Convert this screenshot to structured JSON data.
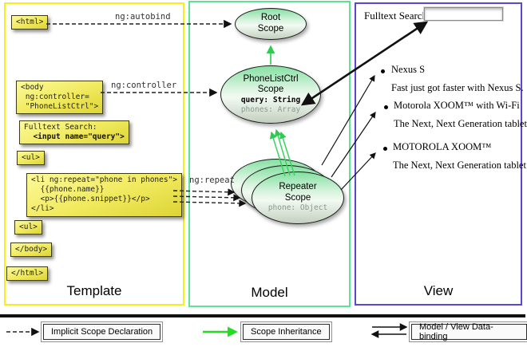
{
  "panels": {
    "template": {
      "label": "Template"
    },
    "model": {
      "label": "Model"
    },
    "view": {
      "label": "View"
    }
  },
  "template_boxes": {
    "html_open": "<html>",
    "body_open": "<body\n ng:controller=\n \"PhoneListCtrl\">",
    "fulltext_label": "Fulltext Search:",
    "fulltext_input": "<input name=\"query\">",
    "ul_open": "<ul>",
    "li_repeat": "<li ng:repeat=\"phone in phones\">\n  {{phone.name}}\n  <p>{{phone.snippet}}</p>\n</li>",
    "ul_close": "<ul>",
    "body_close": "</body>",
    "html_close": "</html>"
  },
  "directives": {
    "autobind": "ng:autobind",
    "controller": "ng:controller",
    "repeat": "ng:repeat"
  },
  "scopes": {
    "root": {
      "name": "Root\nScope"
    },
    "phonelist": {
      "name": "PhoneListCtrl\nScope",
      "prop1": "query: String",
      "prop2": "phones: Array"
    },
    "repeater": {
      "name": "Repeater\nScope",
      "prop1": "phone: Object"
    }
  },
  "view": {
    "search_label": "Fulltext Search:",
    "search_value": "",
    "items": [
      {
        "title": "Nexus S",
        "desc": "Fast just got faster with Nexus S."
      },
      {
        "title": "Motorola XOOM™  with Wi-Fi",
        "desc": "The Next, Next Generation tablet."
      },
      {
        "title": "MOTOROLA XOOM™",
        "desc": "The Next, Next Generation tablet."
      }
    ]
  },
  "legend": {
    "implicit": "Implicit Scope Declaration",
    "inheritance": "Scope Inheritance",
    "binding": "Model / View Data-binding"
  },
  "colors": {
    "template_border": "#f4ef1d",
    "model_border": "#5ee394",
    "view_border": "#5a47d6",
    "scope_fill_top": "#85e0a3",
    "code_box_fill": "#f0e95c",
    "inheritance_arrow": "#3bd45e",
    "legend_green_arrow": "#22dd22",
    "arrow_black": "#111111"
  }
}
